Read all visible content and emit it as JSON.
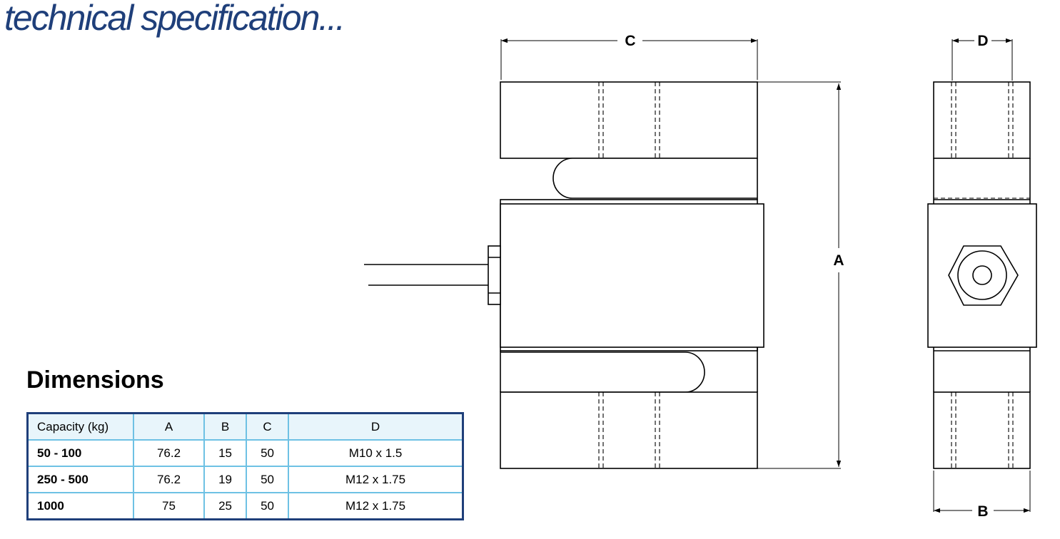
{
  "header": {
    "title": "technical specification..."
  },
  "dimensions": {
    "heading": "Dimensions",
    "columns": [
      "Capacity (kg)",
      "A",
      "B",
      "C",
      "D"
    ],
    "rows": [
      [
        "50 - 100",
        "76.2",
        "15",
        "50",
        "M10 x 1.5"
      ],
      [
        "250 - 500",
        "76.2",
        "19",
        "50",
        "M12 x 1.75"
      ],
      [
        "1000",
        "75",
        "25",
        "50",
        "M12 x 1.75"
      ]
    ]
  },
  "drawing": {
    "labels": {
      "a": "A",
      "b": "B",
      "c": "C",
      "d": "D"
    }
  },
  "colors": {
    "heading_blue": "#1f3f7a",
    "table_border": "#1f3f7a",
    "cell_border": "#6ec1e4",
    "header_fill": "#e8f5fb"
  }
}
